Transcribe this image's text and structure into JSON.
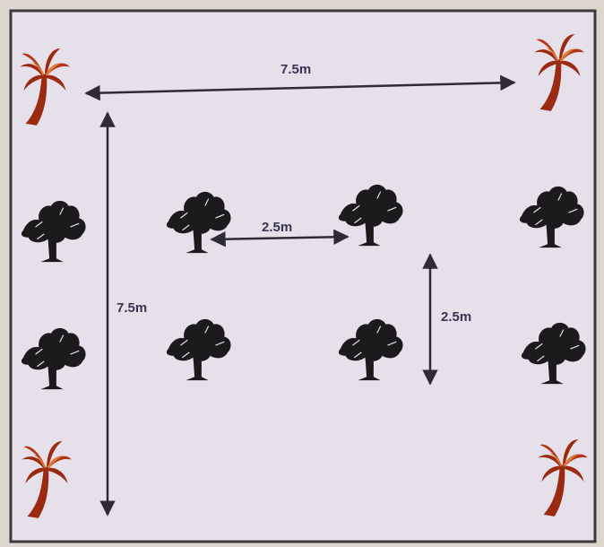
{
  "labels": {
    "top_spacing": "7.5m",
    "left_spacing": "7.5m",
    "inner_horizontal": "2.5m",
    "inner_vertical": "2.5m"
  },
  "colors": {
    "background": "#e6e0ea",
    "frame": "#3b3b3b",
    "arrow": "#2e2a38",
    "palm": "#9a2a12",
    "palm_highlight": "#e07a3a",
    "shrub": "#1c1a1c"
  },
  "plants": {
    "palm_count": 4,
    "shrub_count": 8,
    "palm_icon": "palm-tree-icon",
    "shrub_icon": "shrub-tree-icon"
  }
}
